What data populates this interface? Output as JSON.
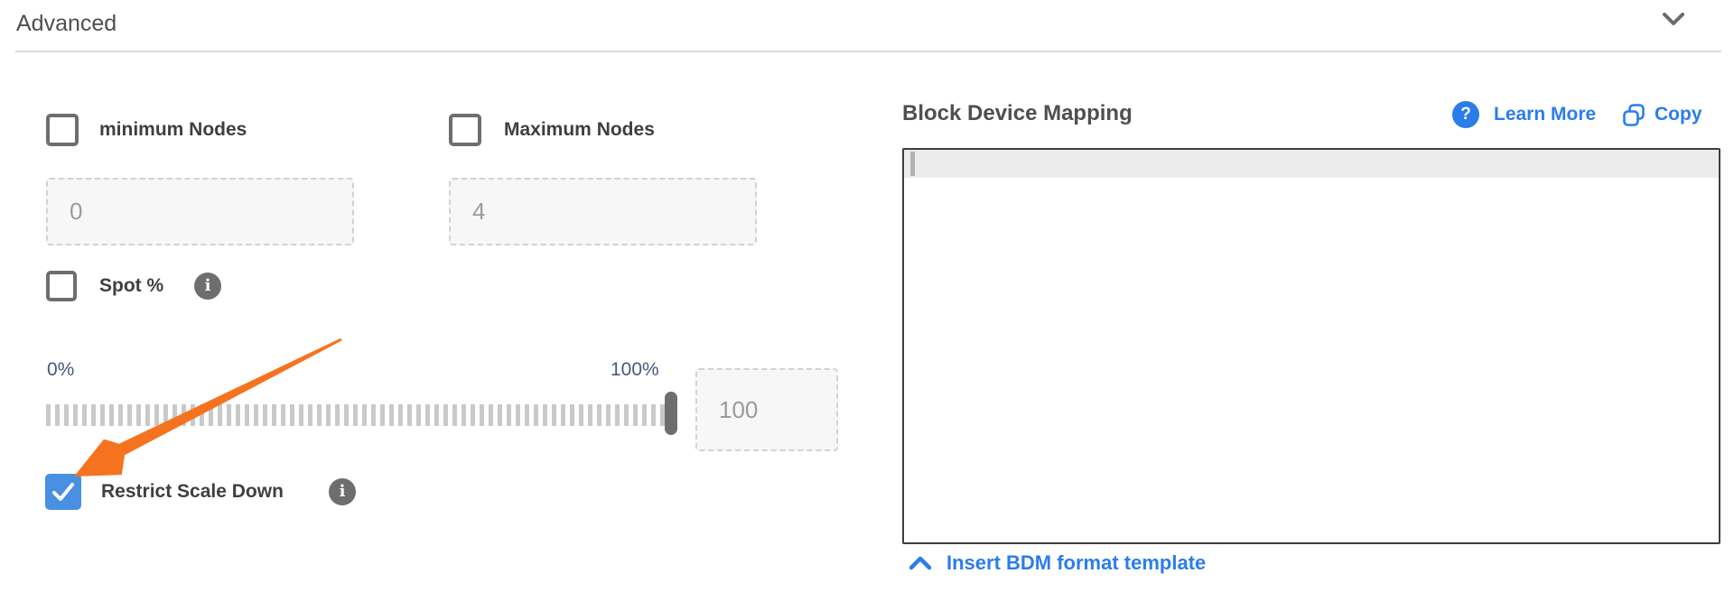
{
  "header": {
    "title": "Advanced"
  },
  "form": {
    "min_nodes": {
      "label": "minimum Nodes",
      "checked": false,
      "placeholder": "0"
    },
    "max_nodes": {
      "label": "Maximum Nodes",
      "checked": false,
      "placeholder": "4"
    },
    "spot": {
      "label": "Spot %",
      "checked": false
    },
    "slider": {
      "min_label": "0%",
      "max_label": "100%",
      "value_percent": 100,
      "placeholder": "100"
    },
    "restrict": {
      "label": "Restrict Scale Down",
      "checked": true
    }
  },
  "bdm": {
    "title": "Block Device Mapping",
    "learn_more_label": "Learn More",
    "copy_label": "Copy",
    "editor_value": "",
    "insert_template_label": "Insert BDM format template"
  },
  "icons": {
    "header_chevron": "chevron-down-icon",
    "spot_info": "info-icon",
    "restrict_info": "info-icon",
    "learn_more": "question-mark-icon",
    "copy": "copy-icon",
    "insert_template": "chevron-up-icon",
    "annotation": "orange-arrow-annotation"
  },
  "colors": {
    "link_blue": "#2b7de9",
    "checkbox_checked_blue": "#4a90e2",
    "arrow_orange": "#f5731f",
    "slider_label_blue": "#47597a",
    "editor_border": "#3d3d3d"
  }
}
